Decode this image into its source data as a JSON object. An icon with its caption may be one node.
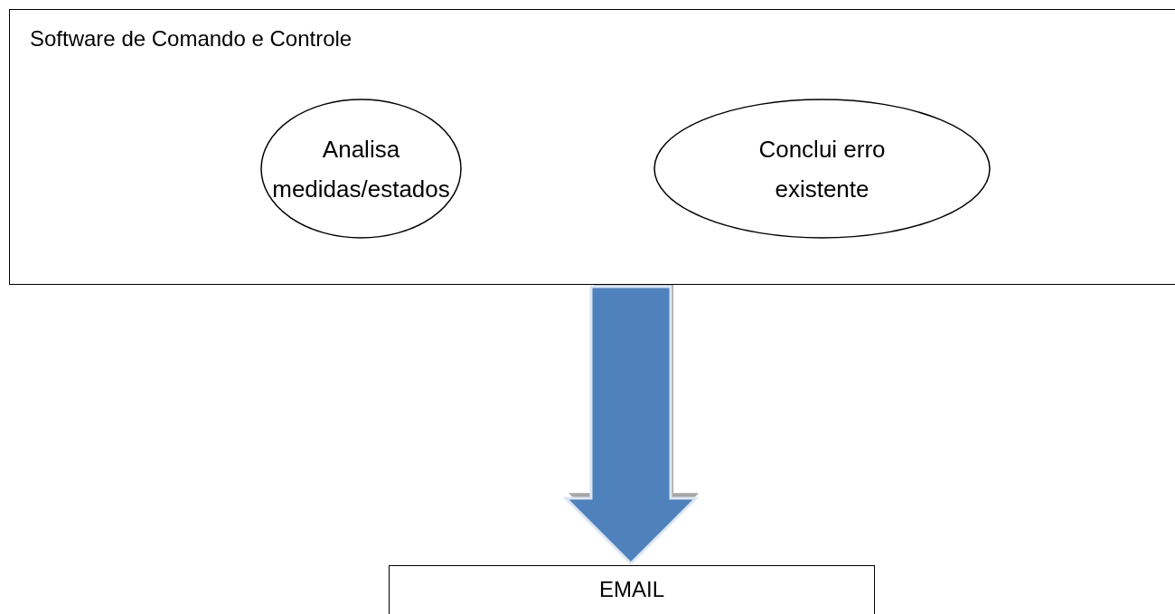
{
  "diagram": {
    "nodes": [
      {
        "text": [
          "Software de Comando e Controle"
        ]
      },
      {
        "text": [
          "Analisa medidas/estados"
        ],
        "in": 0
      },
      {
        "text": [
          "Conclui erro existente"
        ],
        "in": 0
      },
      {
        "text": [
          "EMAIL"
        ]
      }
    ],
    "edges": [
      {
        "from": 0,
        "to": 3,
        "arrow": "to",
        "style": "thick"
      }
    ]
  }
}
